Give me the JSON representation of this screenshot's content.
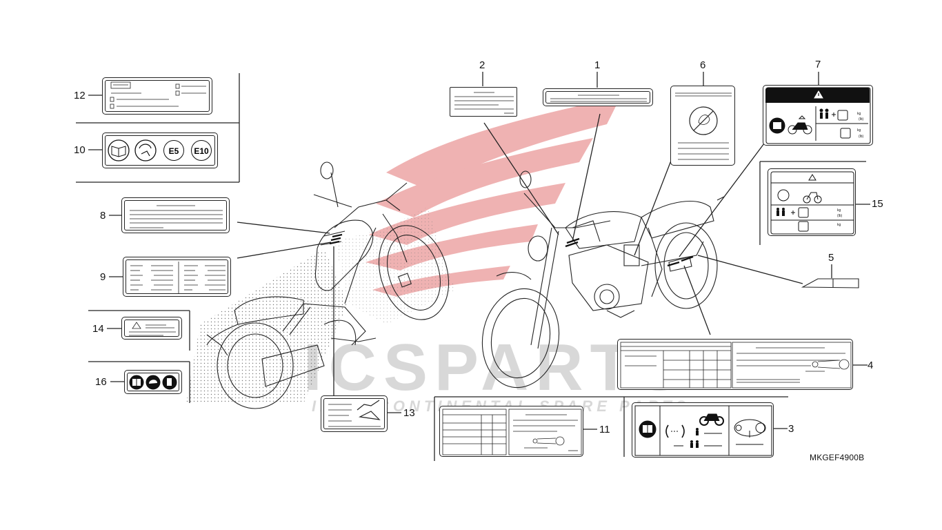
{
  "diagram": {
    "code": "MKGEF4900B",
    "callouts": [
      "1",
      "2",
      "3",
      "4",
      "5",
      "6",
      "7",
      "8",
      "9",
      "10",
      "11",
      "12",
      "13",
      "14",
      "15",
      "16"
    ],
    "label_10": {
      "badge_e5": "E5",
      "badge_e10": "E10"
    },
    "label_7": {
      "unit_kg": "kg",
      "unit_lb": "(lb)"
    },
    "label_15": {
      "unit_kg": "kg",
      "unit_lb": "(lb)"
    },
    "watermark": {
      "main": "ICSPARTS",
      "sub": "INTERCONTINENTAL SPARE PARTS"
    }
  }
}
